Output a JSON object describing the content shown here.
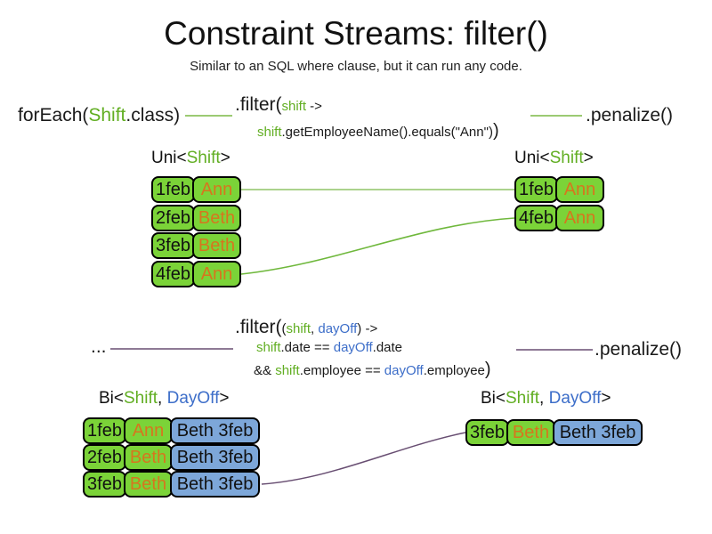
{
  "slide": {
    "title": "Constraint Streams: filter()",
    "subtitle": "Similar to an SQL where clause, but it can run any code."
  },
  "top_flow": {
    "foreach_pre": "forEach(",
    "foreach_class": "Shift",
    "foreach_post": ".class)",
    "filter_head": ".filter(",
    "filter_param": "shift",
    "filter_arrow": " ->",
    "filter_body_var": "shift",
    "filter_body": ".getEmployeeName().equals(\"Ann\")",
    "filter_close": ")",
    "penalize": ".penalize()"
  },
  "bottom_flow": {
    "source": "...",
    "filter_head": ".filter(",
    "paren_open": "(",
    "param1": "shift",
    "param_sep": ", ",
    "param2": "dayOff",
    "params_close": ") ->",
    "body1_var1": "shift",
    "body1_mid": ".date == ",
    "body1_var2": "dayOff",
    "body1_end": ".date",
    "body2_pre": "&& ",
    "body2_var1": "shift",
    "body2_mid": ".employee == ",
    "body2_var2": "dayOff",
    "body2_end": ".employee",
    "body2_close": ")",
    "penalize": ".penalize()"
  },
  "uni_label": {
    "pre": "Uni<",
    "type1": "Shift",
    "post": ">"
  },
  "bi_label": {
    "pre": "Bi<",
    "type1": "Shift",
    "sep": ", ",
    "type2": "DayOff",
    "post": ">"
  },
  "tables": {
    "top_left": {
      "rows": [
        {
          "date": "1feb",
          "name": "Ann"
        },
        {
          "date": "2feb",
          "name": "Beth"
        },
        {
          "date": "3feb",
          "name": "Beth"
        },
        {
          "date": "4feb",
          "name": "Ann"
        }
      ]
    },
    "top_right": {
      "rows": [
        {
          "date": "1feb",
          "name": "Ann"
        },
        {
          "date": "4feb",
          "name": "Ann"
        }
      ]
    },
    "bottom_left": {
      "rows": [
        {
          "date": "1feb",
          "name": "Ann",
          "dayoff": "Beth 3feb"
        },
        {
          "date": "2feb",
          "name": "Beth",
          "dayoff": "Beth 3feb"
        },
        {
          "date": "3feb",
          "name": "Beth",
          "dayoff": "Beth 3feb"
        }
      ]
    },
    "bottom_right": {
      "rows": [
        {
          "date": "3feb",
          "name": "Beth",
          "dayoff": "Beth 3feb"
        }
      ]
    }
  },
  "colors": {
    "code_green": "#61ae22",
    "code_blue": "#3d6ec9",
    "employee_orange": "#d6761e",
    "box_green": "#7bd338",
    "box_blue": "#7da7d9",
    "connector_green": "#7cb845",
    "connector_green_pale": "#9fcb7d",
    "connector_green_curve": "#6fb83c",
    "connector_purple": "#684e72"
  }
}
